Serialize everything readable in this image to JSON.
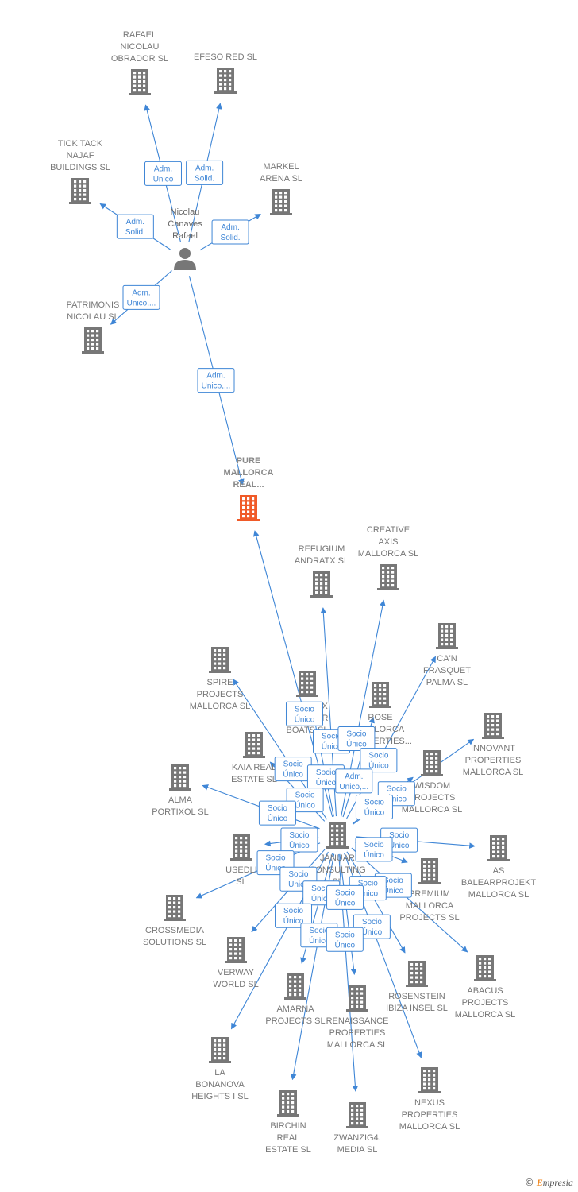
{
  "colors": {
    "edge": "#3f86d6",
    "node": "#777777",
    "main": "#f05a28"
  },
  "nodes": [
    {
      "id": "rafael",
      "label": [
        "RAFAEL",
        "NICOLAU",
        "OBRADOR SL"
      ],
      "kind": "company"
    },
    {
      "id": "efeso",
      "label": [
        "EFESO RED  SL"
      ],
      "kind": "company"
    },
    {
      "id": "ticktack",
      "label": [
        "TICK TACK",
        "NAJAF",
        "BUILDINGS  SL"
      ],
      "kind": "company"
    },
    {
      "id": "markel",
      "label": [
        "MARKEL",
        "ARENA SL"
      ],
      "kind": "company"
    },
    {
      "id": "person",
      "label": [
        "Nicolau",
        "Canaves",
        "Rafael"
      ],
      "kind": "person"
    },
    {
      "id": "patrimonis",
      "label": [
        "PATRIMONIS",
        "NICOLAU SL"
      ],
      "kind": "company"
    },
    {
      "id": "pure",
      "label": [
        "PURE",
        "MALLORCA",
        "REAL..."
      ],
      "kind": "main"
    },
    {
      "id": "refugium",
      "label": [
        "REFUGIUM",
        "ANDRATX  SL"
      ],
      "kind": "company"
    },
    {
      "id": "creative",
      "label": [
        "CREATIVE",
        "AXIS",
        "MALLORCA  SL"
      ],
      "kind": "company"
    },
    {
      "id": "canfrasquet",
      "label": [
        "CA'N",
        "FRASQUET",
        "PALMA  SL"
      ],
      "kind": "company"
    },
    {
      "id": "spire",
      "label": [
        "SPIRE",
        "PROJECTS",
        "MALLORCA  SL"
      ],
      "kind": "company"
    },
    {
      "id": "andratx",
      "label": [
        "ANDRATX",
        "CHARTER",
        "BOATS  SL"
      ],
      "kind": "company"
    },
    {
      "id": "rose",
      "label": [
        "ROSE",
        "MALLORCA",
        "PROPERTIES..."
      ],
      "kind": "company"
    },
    {
      "id": "innovant",
      "label": [
        "INNOVANT",
        "PROPERTIES",
        "MALLORCA  SL"
      ],
      "kind": "company"
    },
    {
      "id": "kaia",
      "label": [
        "KAIA REAL",
        "ESTATE  SL"
      ],
      "kind": "company"
    },
    {
      "id": "wisdom",
      "label": [
        "WISDOM",
        "PROJECTS",
        "MALLORCA  SL"
      ],
      "kind": "company"
    },
    {
      "id": "alma",
      "label": [
        "ALMA",
        "PORTIXOL  SL"
      ],
      "kind": "company"
    },
    {
      "id": "januar",
      "label": [
        "JANUAR",
        "CONSULTING",
        "SL"
      ],
      "kind": "company"
    },
    {
      "id": "as",
      "label": [
        "AS",
        "BALEARPROJEKT",
        "MALLORCA  SL"
      ],
      "kind": "company"
    },
    {
      "id": "usedli",
      "label": [
        "USEDLI",
        "SL"
      ],
      "kind": "company"
    },
    {
      "id": "premium",
      "label": [
        "PREMIUM",
        "MALLORCA",
        "PROJECTS  SL"
      ],
      "kind": "company"
    },
    {
      "id": "crossmedia",
      "label": [
        "CROSSMEDIA",
        "SOLUTIONS  SL"
      ],
      "kind": "company"
    },
    {
      "id": "verway",
      "label": [
        "VERWAY",
        "WORLD  SL"
      ],
      "kind": "company"
    },
    {
      "id": "abacus",
      "label": [
        "ABACUS",
        "PROJECTS",
        "MALLORCA  SL"
      ],
      "kind": "company"
    },
    {
      "id": "amarna",
      "label": [
        "AMARNA",
        "PROJECTS  SL"
      ],
      "kind": "company"
    },
    {
      "id": "rosenstein",
      "label": [
        "ROSENSTEIN",
        "IBIZA INSEL  SL"
      ],
      "kind": "company"
    },
    {
      "id": "renaissance",
      "label": [
        "RENAISSANCE",
        "PROPERTIES",
        "MALLORCA  SL"
      ],
      "kind": "company"
    },
    {
      "id": "bonanova",
      "label": [
        "LA",
        "BONANOVA",
        "HEIGHTS I  SL"
      ],
      "kind": "company"
    },
    {
      "id": "nexus",
      "label": [
        "NEXUS",
        "PROPERTIES",
        "MALLORCA  SL"
      ],
      "kind": "company"
    },
    {
      "id": "birchin",
      "label": [
        "BIRCHIN",
        "REAL",
        "ESTATE  SL"
      ],
      "kind": "company"
    },
    {
      "id": "zwanzig",
      "label": [
        "ZWANZIG4.",
        "MEDIA  SL"
      ],
      "kind": "company"
    }
  ],
  "edges": [
    {
      "from": "person",
      "to": "rafael",
      "label": [
        "Adm.",
        "Unico"
      ]
    },
    {
      "from": "person",
      "to": "efeso",
      "label": [
        "Adm.",
        "Solid."
      ]
    },
    {
      "from": "person",
      "to": "ticktack",
      "label": [
        "Adm.",
        "Solid."
      ]
    },
    {
      "from": "person",
      "to": "markel",
      "label": [
        "Adm.",
        "Solid."
      ]
    },
    {
      "from": "person",
      "to": "patrimonis",
      "label": [
        "Adm.",
        "Unico,..."
      ]
    },
    {
      "from": "person",
      "to": "pure",
      "label": [
        "Adm.",
        "Unico,..."
      ]
    },
    {
      "from": "januar",
      "to": "pure",
      "label": [
        "Socio",
        "Único"
      ]
    },
    {
      "from": "januar",
      "to": "refugium",
      "label": [
        "Socio",
        "Único"
      ]
    },
    {
      "from": "januar",
      "to": "creative",
      "label": [
        "Socio",
        "Único"
      ]
    },
    {
      "from": "januar",
      "to": "canfrasquet",
      "label": [
        "Socio",
        "Único"
      ]
    },
    {
      "from": "januar",
      "to": "spire",
      "label": [
        "Socio",
        "Único"
      ]
    },
    {
      "from": "januar",
      "to": "andratx",
      "label": [
        "Socio",
        "Único"
      ]
    },
    {
      "from": "januar",
      "to": "rose",
      "label": [
        "Adm.",
        "Unico,..."
      ]
    },
    {
      "from": "januar",
      "to": "innovant",
      "label": [
        "Socio",
        "Único"
      ]
    },
    {
      "from": "januar",
      "to": "kaia",
      "label": [
        "Socio",
        "Único"
      ]
    },
    {
      "from": "januar",
      "to": "wisdom",
      "label": [
        "Socio",
        "Único"
      ]
    },
    {
      "from": "januar",
      "to": "alma",
      "label": [
        "Socio",
        "Único"
      ]
    },
    {
      "from": "januar",
      "to": "as",
      "label": [
        "Socio",
        "Único"
      ]
    },
    {
      "from": "januar",
      "to": "usedli",
      "label": [
        "Socio",
        "Único"
      ]
    },
    {
      "from": "januar",
      "to": "premium",
      "label": [
        "Socio",
        "Único"
      ]
    },
    {
      "from": "januar",
      "to": "crossmedia",
      "label": [
        "Socio",
        "Único"
      ]
    },
    {
      "from": "januar",
      "to": "verway",
      "label": [
        "Socio",
        "Único"
      ]
    },
    {
      "from": "januar",
      "to": "abacus",
      "label": [
        "Socio",
        "Único"
      ]
    },
    {
      "from": "januar",
      "to": "amarna",
      "label": [
        "Socio",
        "Único"
      ]
    },
    {
      "from": "januar",
      "to": "rosenstein",
      "label": [
        "Socio",
        "Único"
      ]
    },
    {
      "from": "januar",
      "to": "renaissance",
      "label": [
        "Socio",
        "Único"
      ]
    },
    {
      "from": "januar",
      "to": "bonanova",
      "label": [
        "Socio",
        "Único"
      ]
    },
    {
      "from": "januar",
      "to": "nexus",
      "label": [
        "Socio",
        "Único"
      ]
    },
    {
      "from": "januar",
      "to": "birchin",
      "label": [
        "Socio",
        "Único"
      ]
    },
    {
      "from": "januar",
      "to": "zwanzig",
      "label": [
        "Socio",
        "Único"
      ]
    }
  ],
  "brand": {
    "copyright": "©",
    "initial": "E",
    "rest": "mpresia"
  }
}
